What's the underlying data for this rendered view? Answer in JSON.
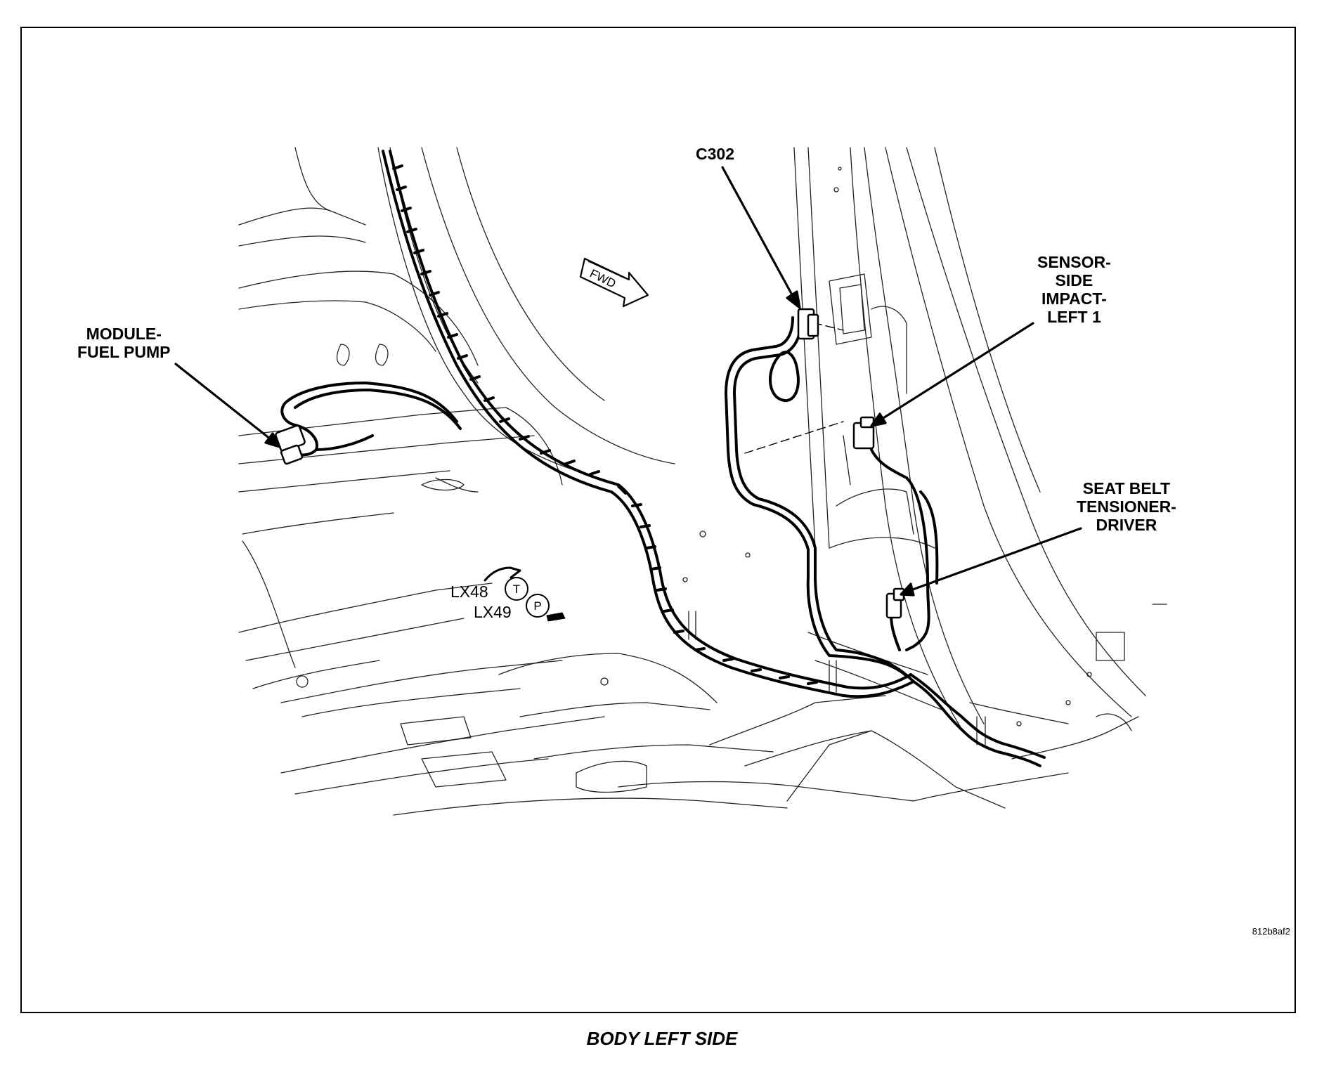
{
  "callouts": {
    "c302": "C302",
    "module_fuel_pump": "MODULE-\nFUEL PUMP",
    "sensor_side_impact": "SENSOR-\nSIDE\nIMPACT-\nLEFT 1",
    "seat_belt_tensioner": "SEAT BELT\nTENSIONER-\nDRIVER"
  },
  "locator": {
    "lx48": "LX48",
    "lx49": "LX49",
    "t": "T",
    "p": "P"
  },
  "fwd_label": "FWD",
  "figure_id": "812b8af2",
  "caption": "BODY LEFT SIDE"
}
